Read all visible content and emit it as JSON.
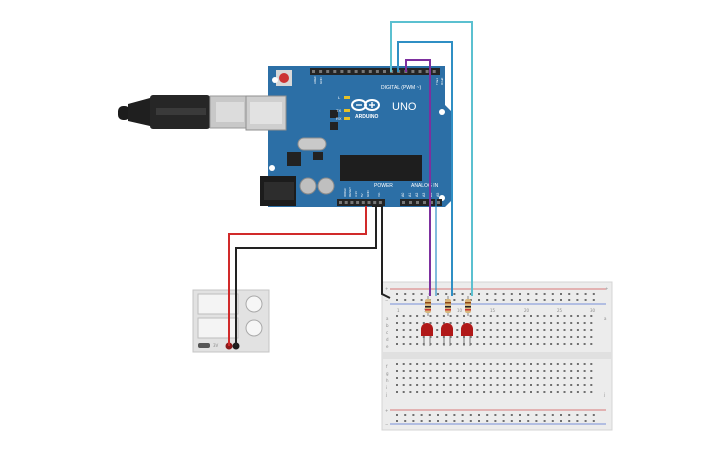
{
  "arduino": {
    "brand": "ARDUINO",
    "model": "UNO",
    "digital_label": "DIGITAL (PWM ~)",
    "power_label": "POWER",
    "analog_label": "ANALOG IN",
    "led_l": "L",
    "led_tx": "TX",
    "led_rx": "RX",
    "aref": "AREF",
    "gnd": "GND",
    "ioref": "IOREF",
    "reset": "RESET",
    "v33": "3.3V",
    "v5": "5V",
    "vin": "Vin",
    "a0": "A0",
    "a1": "A1",
    "a2": "A2",
    "a3": "A3",
    "a4": "A4",
    "a5": "A5",
    "tx_pin": "TX▸1",
    "rx_pin": "RX◂0"
  },
  "power_supply": {
    "label": "3V"
  },
  "breadboard": {
    "col_numbers": [
      "1",
      "5",
      "10",
      "15",
      "20",
      "25",
      "30"
    ],
    "row_letters_top": [
      "a",
      "b",
      "c",
      "d",
      "e"
    ],
    "row_letters_bottom": [
      "f",
      "g",
      "h",
      "i",
      "j"
    ],
    "plus": "+",
    "minus": "−"
  },
  "colors": {
    "board": "#2c6fa6",
    "header": "#2a2a2a",
    "wire_red": "#d12a2a",
    "wire_black": "#222222",
    "wire_purple": "#7d2f9e",
    "wire_blue": "#2f8fc4",
    "wire_cyan": "#5bc0d0",
    "led_red": "#b01818",
    "breadboard": "#ededed"
  }
}
